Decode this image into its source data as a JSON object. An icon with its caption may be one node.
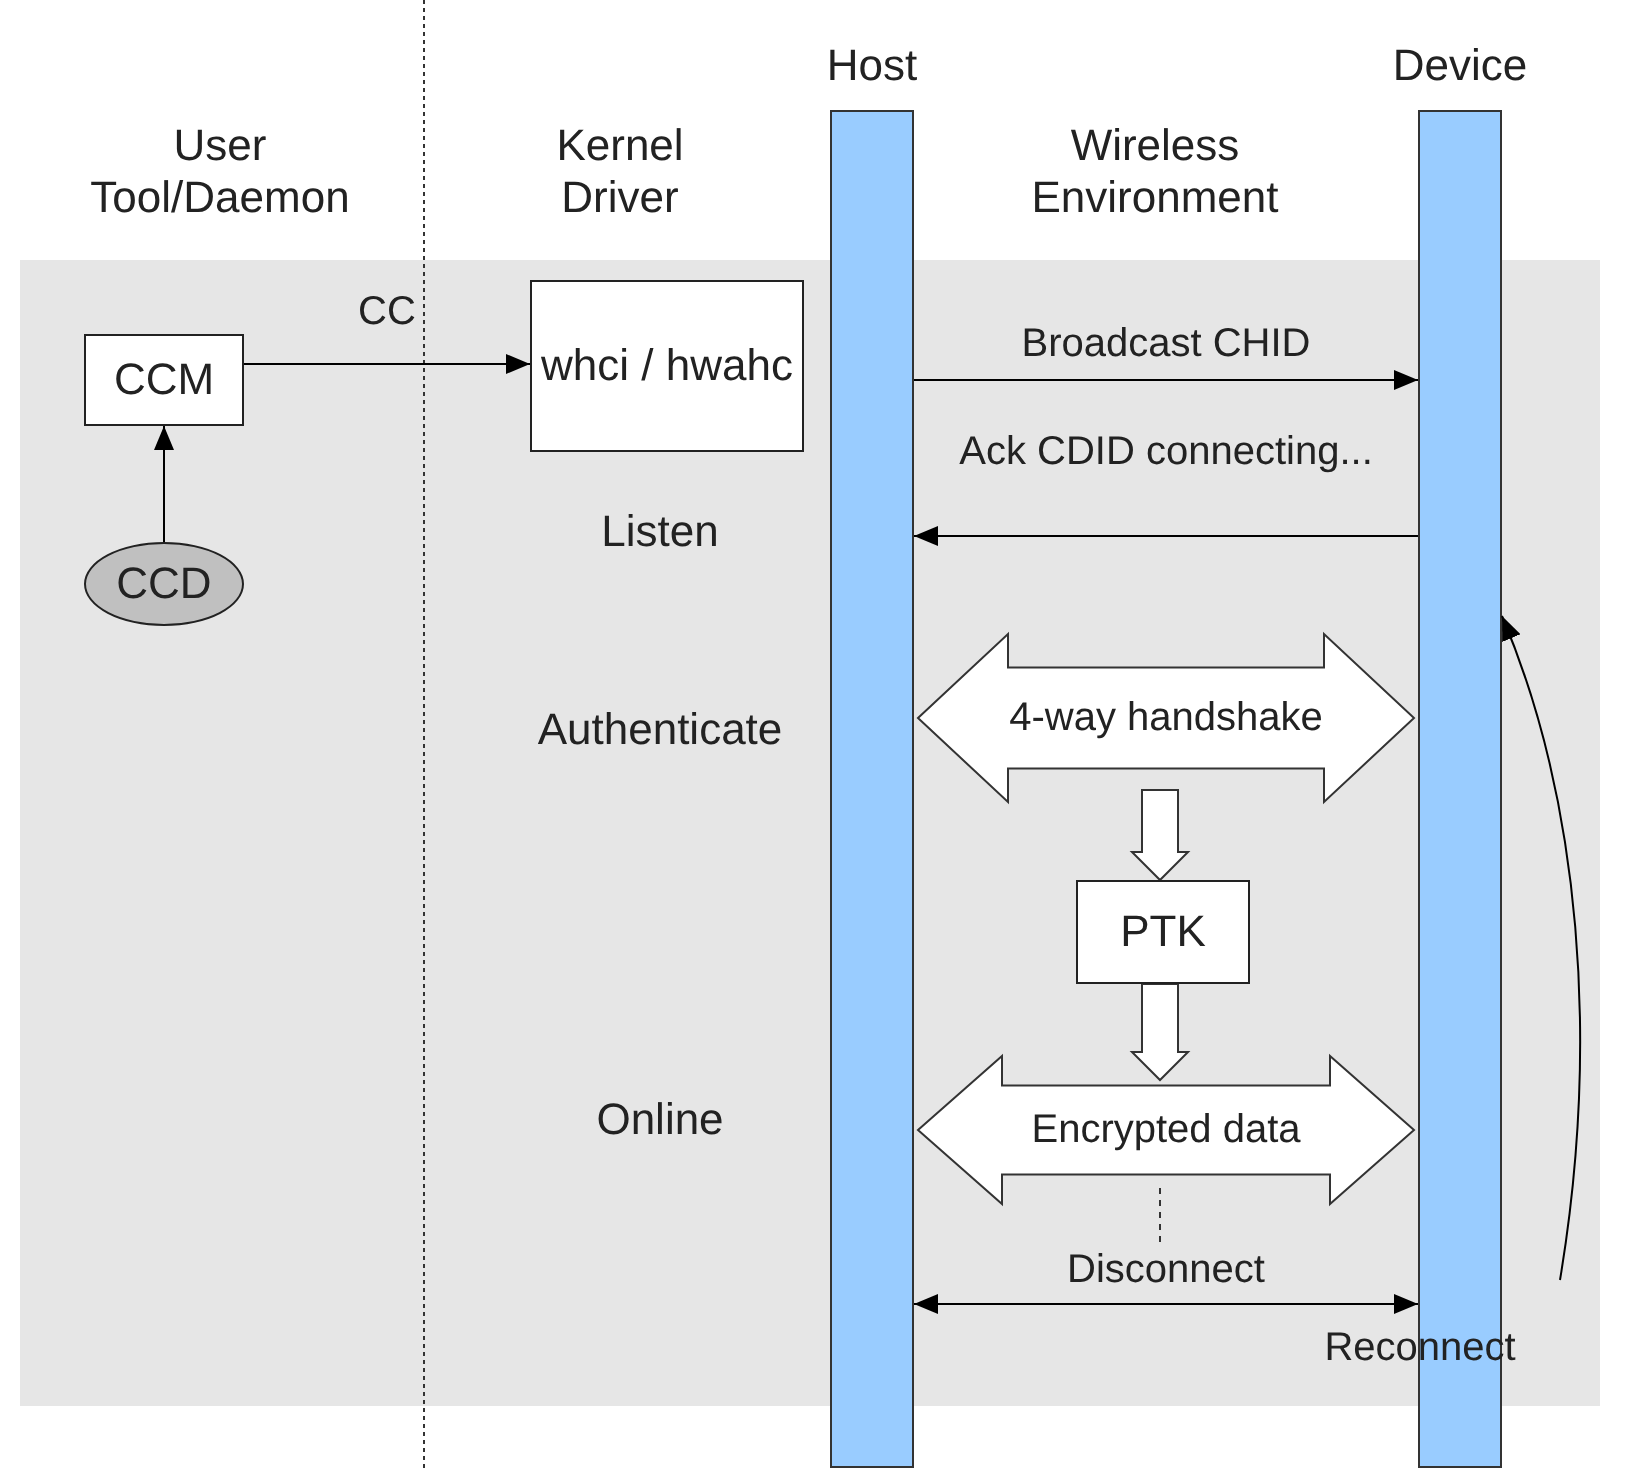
{
  "diagram": {
    "nodes": [
      {
        "text": [
          "Host"
        ]
      },
      {
        "text": [
          "Device"
        ]
      },
      {
        "text": [
          "CCM"
        ]
      },
      {
        "text": [
          "CCD"
        ]
      },
      {
        "text": [
          "whci / hwahc"
        ]
      },
      {
        "text": [
          "PTK"
        ]
      }
    ],
    "edges": [
      {
        "from": 3,
        "to": 2,
        "arrow": "to"
      },
      {
        "from": 2,
        "to": 4,
        "arrow": "to",
        "label": "CC"
      },
      {
        "from": 0,
        "to": 1,
        "arrow": "to",
        "label": "Broadcast CHID"
      },
      {
        "from": 1,
        "to": 0,
        "arrow": "to",
        "label": "Ack CDID connecting..."
      },
      {
        "from": 0,
        "to": 1,
        "arrow": "both",
        "label": "4-way handshake",
        "style": "thick"
      },
      {
        "from": null,
        "to": 5,
        "arrow": "to",
        "style": "thick"
      },
      {
        "from": 5,
        "to": null,
        "arrow": "to",
        "style": "thick"
      },
      {
        "from": 0,
        "to": 1,
        "arrow": "both",
        "label": "Encrypted data",
        "style": "thick"
      },
      {
        "from": 0,
        "to": 1,
        "arrow": "both",
        "label": "Disconnect"
      },
      {
        "from": null,
        "to": 1,
        "arrow": "to",
        "label": "Reconnect"
      }
    ],
    "labels": [
      "User Tool/Daemon",
      "Kernel Driver",
      "Wireless Environment",
      "Listen",
      "Authenticate",
      "Online"
    ]
  }
}
